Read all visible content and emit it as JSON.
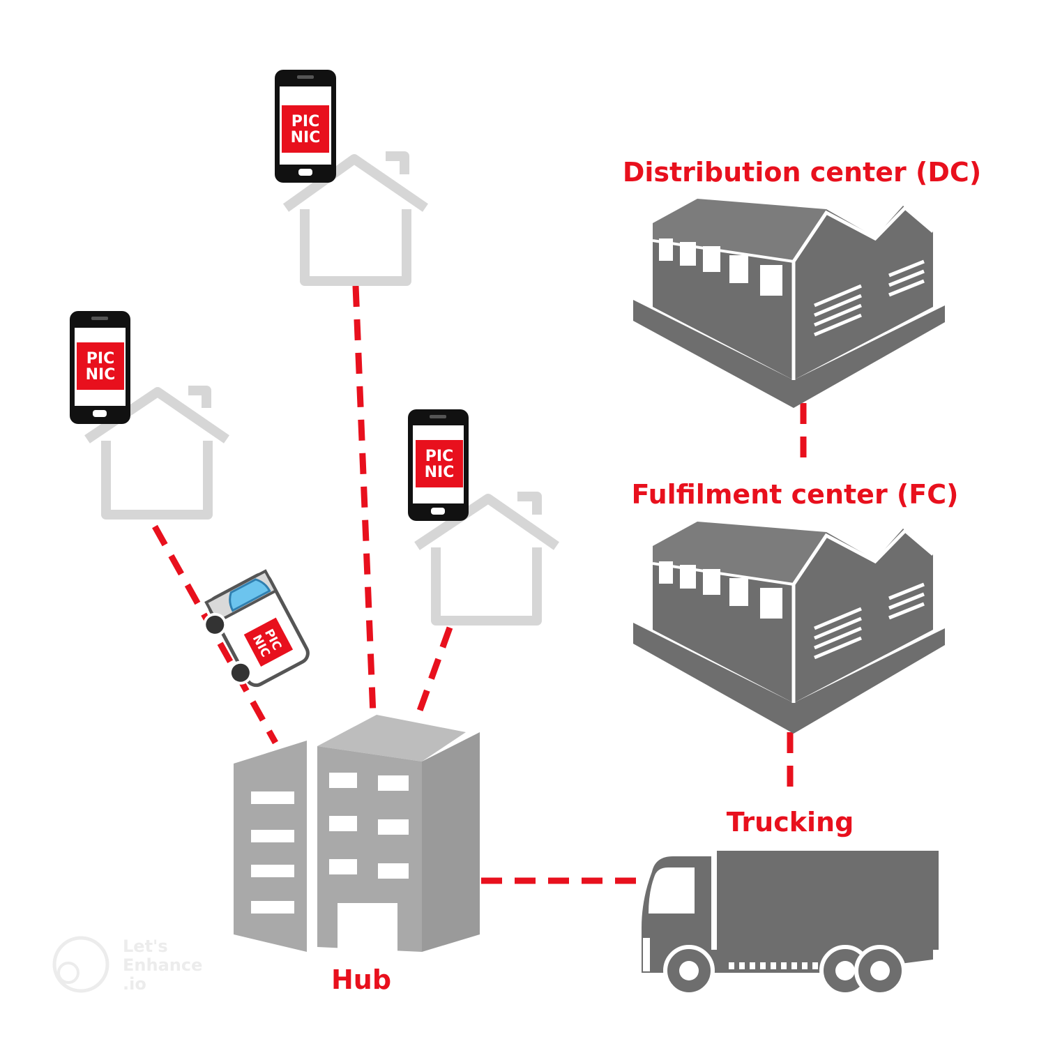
{
  "labels": {
    "dc": "Distribution center (DC)",
    "fc": "Fulfilment center (FC)",
    "trucking": "Trucking",
    "hub": "Hub"
  },
  "logo": {
    "line1": "PIC",
    "line2": "NIC"
  },
  "watermark": {
    "line1": "Let's",
    "line2": "Enhance",
    "line3": ".io"
  },
  "colors": {
    "accent": "#e8101d",
    "building": "#6e6e6e",
    "hub": "#a9a9a9",
    "house": "#d6d6d6",
    "phone": "#111111"
  },
  "icons": [
    "phone-icon",
    "house-icon",
    "delivery-van-icon",
    "hub-building-icon",
    "warehouse-icon",
    "truck-icon"
  ]
}
